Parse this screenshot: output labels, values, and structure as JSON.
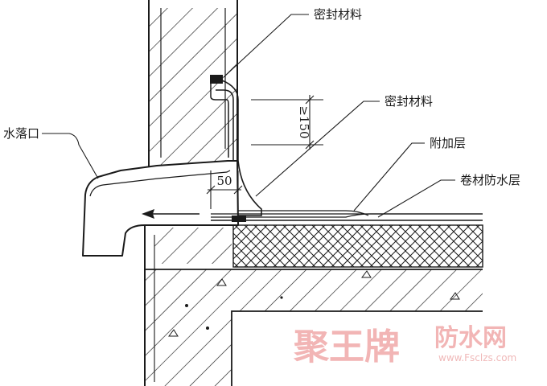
{
  "labels": {
    "sealant_top": "密封材料",
    "sealant_mid": "密封材料",
    "additional_layer": "附加层",
    "membrane_waterproof": "卷材防水层",
    "drain_outlet": "水落口"
  },
  "dimensions": {
    "upturn_height": "≥150",
    "lap_width": "50"
  },
  "watermark": {
    "brand": "聚王牌",
    "site": "防水网",
    "url": "www.Fsclzs.com",
    "color": "#f2b5b5"
  },
  "colors": {
    "ink": "#1a1a1a",
    "background": "#ffffff"
  }
}
